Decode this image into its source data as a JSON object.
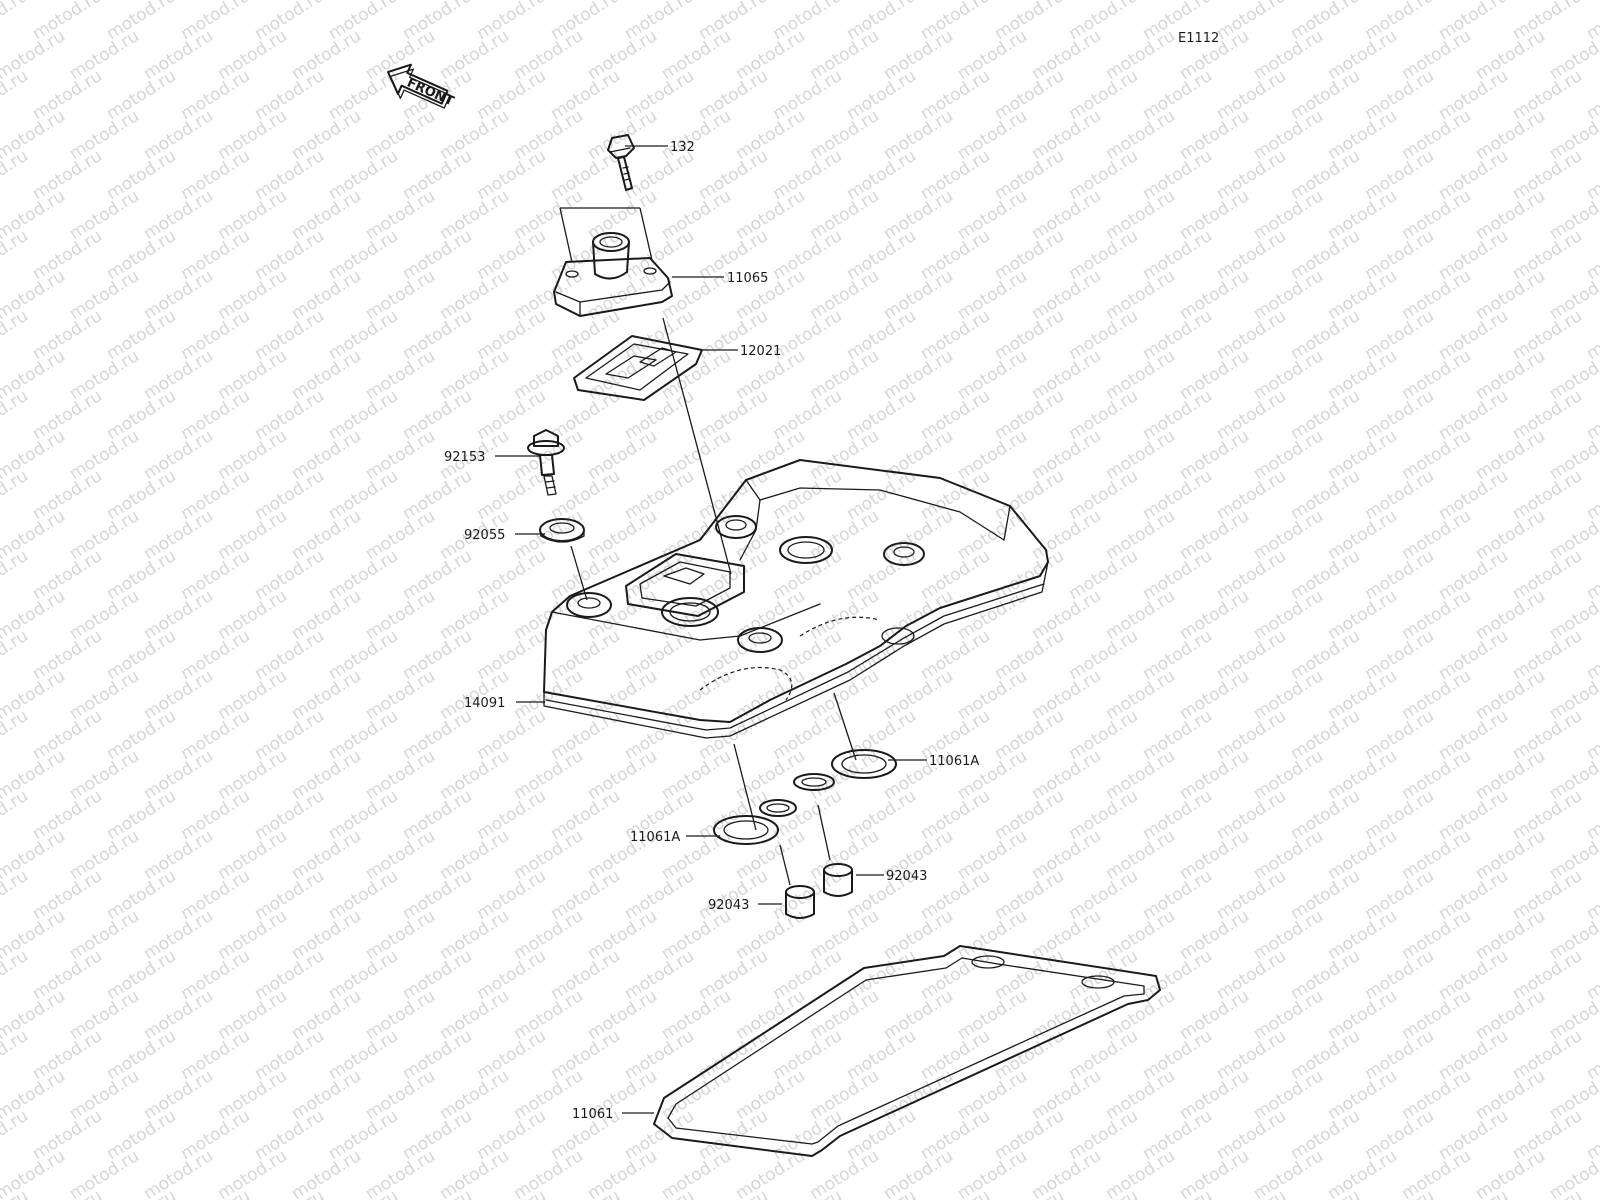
{
  "diagram_code": "E1112",
  "front_label": "FRONT",
  "watermark": "motod.ru",
  "parts": [
    {
      "id": "bolt",
      "number": "132"
    },
    {
      "id": "breather-cover",
      "number": "11065"
    },
    {
      "id": "reed-valve-plate",
      "number": "12021"
    },
    {
      "id": "cover-bolt",
      "number": "92153"
    },
    {
      "id": "grommet",
      "number": "92055"
    },
    {
      "id": "cylinder-head-cover",
      "number": "14091"
    },
    {
      "id": "plug-gasket-right",
      "number": "11061A"
    },
    {
      "id": "plug-gasket-left",
      "number": "11061A"
    },
    {
      "id": "collar-right",
      "number": "92043"
    },
    {
      "id": "collar-left",
      "number": "92043"
    },
    {
      "id": "head-cover-gasket",
      "number": "11061"
    }
  ]
}
